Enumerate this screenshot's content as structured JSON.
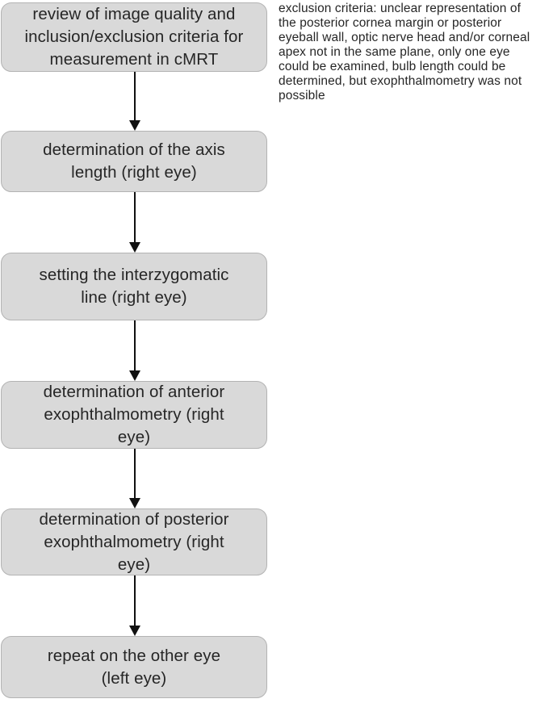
{
  "figure": {
    "background": "#ffffff"
  },
  "flowchart": {
    "box_fill": "#d9d9d9",
    "box_border": "#b3b3b3",
    "arrow_color": "#111111",
    "steps": [
      {
        "lines": [
          "review of image quality and",
          "inclusion/exclusion criteria for",
          "measurement in cMRT"
        ]
      },
      {
        "lines": [
          "determination of the axis",
          "length (right eye)"
        ]
      },
      {
        "lines": [
          "setting the interzygomatic",
          "line (right eye)"
        ]
      },
      {
        "lines": [
          "determination of anterior",
          "exophthalmometry  (right",
          "eye)"
        ]
      },
      {
        "lines": [
          "determination of posterior",
          "exophthalmometry  (right",
          "eye)"
        ]
      },
      {
        "lines": [
          "repeat on the other eye",
          "(left eye)"
        ]
      }
    ]
  },
  "annotation": {
    "lines": [
      "exclusion criteria: unclear representation of",
      "the posterior cornea margin or posterior",
      "eyeball wall, optic nerve head and/or corneal",
      "apex not in  the same plane, only one eye",
      "could be examined, bulb length  could be",
      "determined,  but exophthalmometry was not",
      "possible"
    ]
  }
}
